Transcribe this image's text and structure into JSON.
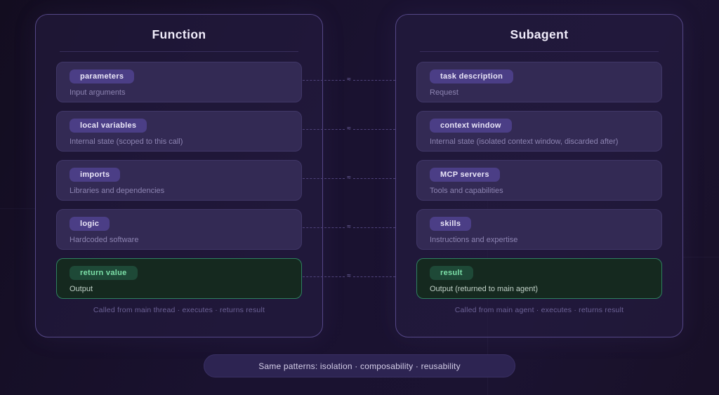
{
  "panels": [
    {
      "title": "Function",
      "rows": [
        {
          "badge": "parameters",
          "desc": "Input arguments"
        },
        {
          "badge": "local variables",
          "desc": "Internal state (scoped to this call)"
        },
        {
          "badge": "imports",
          "desc": "Libraries and dependencies"
        },
        {
          "badge": "logic",
          "desc": "Hardcoded software"
        },
        {
          "badge": "return value",
          "desc": "Output"
        }
      ],
      "footer": "Called from main thread · executes · returns result"
    },
    {
      "title": "Subagent",
      "rows": [
        {
          "badge": "task description",
          "desc": "Request"
        },
        {
          "badge": "context window",
          "desc": "Internal state (isolated context window, discarded after)"
        },
        {
          "badge": "MCP servers",
          "desc": "Tools and capabilities"
        },
        {
          "badge": "skills",
          "desc": "Instructions and expertise"
        },
        {
          "badge": "result",
          "desc": "Output (returned to main agent)"
        }
      ],
      "footer": "Called from main agent · executes · returns result"
    }
  ],
  "connectors": {
    "glyph": "≈"
  },
  "banner": {
    "text": "Same patterns: isolation · composability · reusability"
  },
  "colors": {
    "accent_purple": "#4b3e86",
    "accent_green": "#2f8060",
    "green_badge_bg": "#1e4937",
    "green_badge_text": "#7ce0a8",
    "panel_border": "#554787"
  }
}
